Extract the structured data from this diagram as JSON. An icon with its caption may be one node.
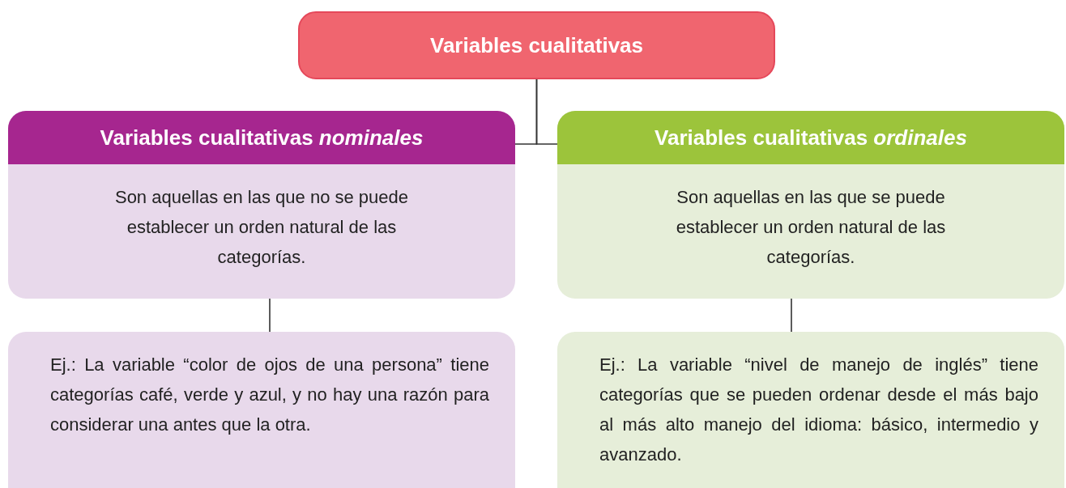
{
  "diagram": {
    "nodes": [
      {
        "text": [
          "Variables cualitativas"
        ]
      },
      {
        "text": [
          "Variables cualitativas *nominales*",
          "Son aquellas en las que no se puede establecer un orden natural de las categorías."
        ]
      },
      {
        "text": [
          "Ej.: La variable “color de ojos de una persona” tiene categorías café, verde y azul, y no hay una razón para considerar una antes que la otra."
        ]
      },
      {
        "text": [
          "Variables cualitativas *ordinales*",
          "Son aquellas en las que se puede establecer un orden natural de las categorías."
        ]
      },
      {
        "text": [
          "Ej.: La variable “nivel de manejo de inglés” tiene categorías que se pueden ordenar desde el más bajo al más alto manejo del idioma: básico, intermedio y avanzado."
        ]
      }
    ],
    "edges": [
      {
        "from": 0,
        "to": 1,
        "arrow": "none"
      },
      {
        "from": 0,
        "to": 3,
        "arrow": "none"
      },
      {
        "from": 1,
        "to": 2,
        "arrow": "none"
      },
      {
        "from": 3,
        "to": 4,
        "arrow": "none"
      }
    ]
  }
}
